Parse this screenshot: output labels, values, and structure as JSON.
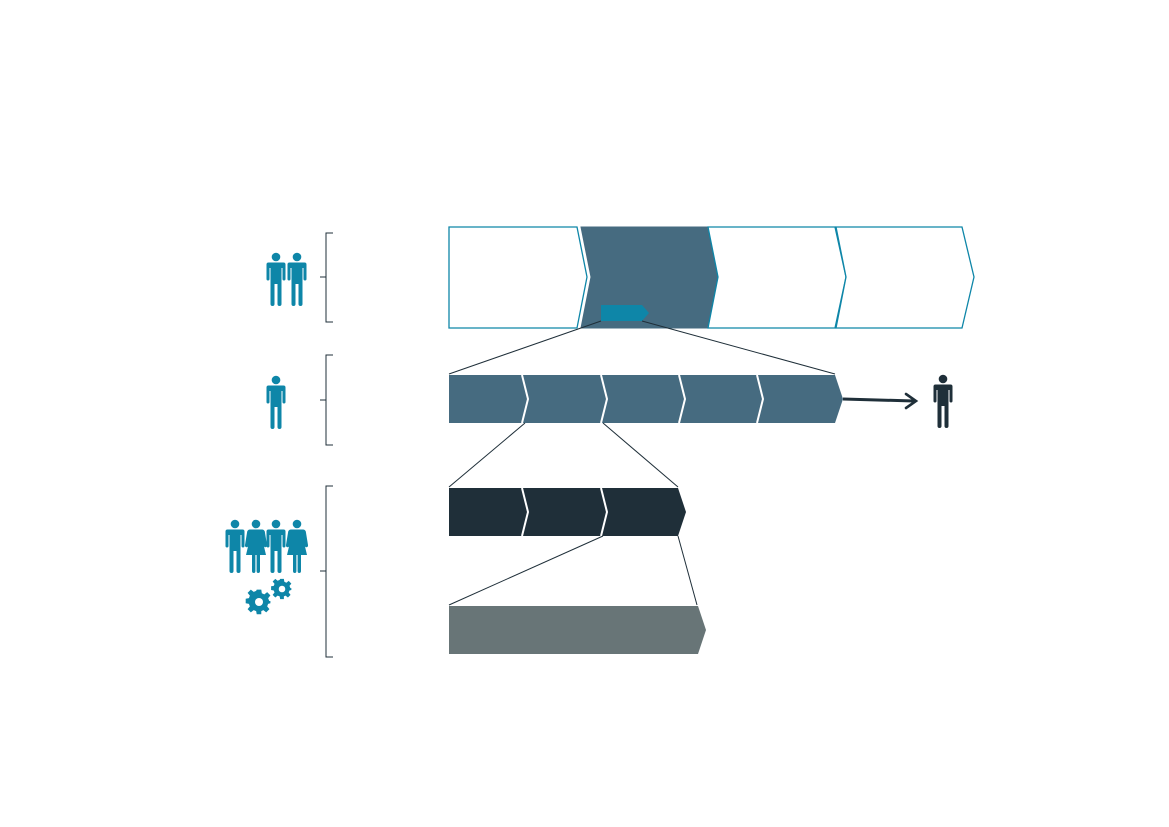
{
  "diagram": {
    "levels": [
      {
        "name": "level-1",
        "segments": 4,
        "highlighted_segment": 2,
        "people_icons": 2
      },
      {
        "name": "level-2",
        "segments": 5,
        "people_icons": 1,
        "output": "person"
      },
      {
        "name": "level-3",
        "segments": 3,
        "people_icons": 4,
        "gear_icons": 2
      },
      {
        "name": "level-4",
        "segments": 1
      }
    ]
  },
  "colors": {
    "teal_outline": "#0e86a8",
    "highlight_fill": "#466b80",
    "level2_fill": "#466b80",
    "level3_fill": "#1f2f39",
    "level4_fill": "#687577",
    "accent_teal": "#0e86a8",
    "icon_teal": "#0e86a8",
    "icon_dark": "#1f2f39",
    "line": "#1f2f39"
  },
  "icons": [
    "person-icon",
    "woman-icon",
    "gear-icon",
    "arrow-icon",
    "bracket-icon"
  ]
}
